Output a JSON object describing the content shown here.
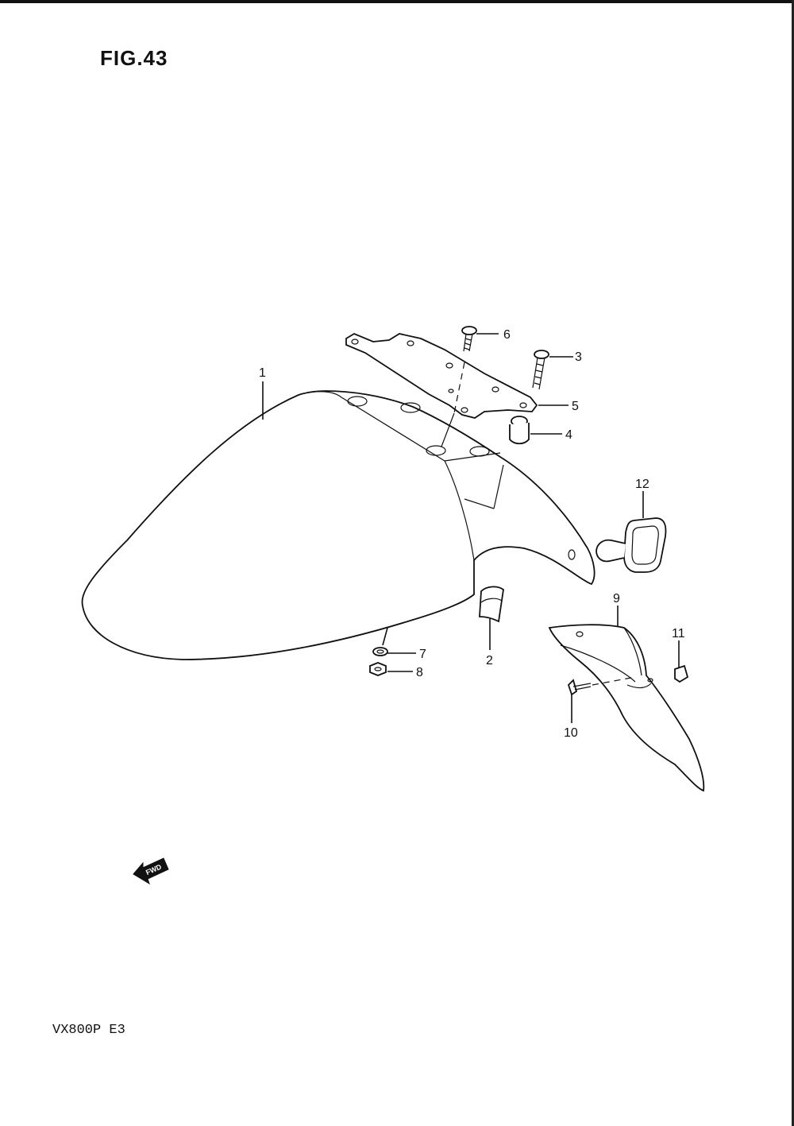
{
  "figure": {
    "title": "FIG.43",
    "model": "VX800P  E3",
    "fwd_label": "FWD"
  },
  "callouts": [
    {
      "id": "1",
      "text": "1"
    },
    {
      "id": "2",
      "text": "2"
    },
    {
      "id": "3",
      "text": "3"
    },
    {
      "id": "4",
      "text": "4"
    },
    {
      "id": "5",
      "text": "5"
    },
    {
      "id": "6",
      "text": "6"
    },
    {
      "id": "7",
      "text": "7"
    },
    {
      "id": "8",
      "text": "8"
    },
    {
      "id": "9",
      "text": "9"
    },
    {
      "id": "10",
      "text": "10"
    },
    {
      "id": "11",
      "text": "11"
    },
    {
      "id": "12",
      "text": "12"
    }
  ]
}
